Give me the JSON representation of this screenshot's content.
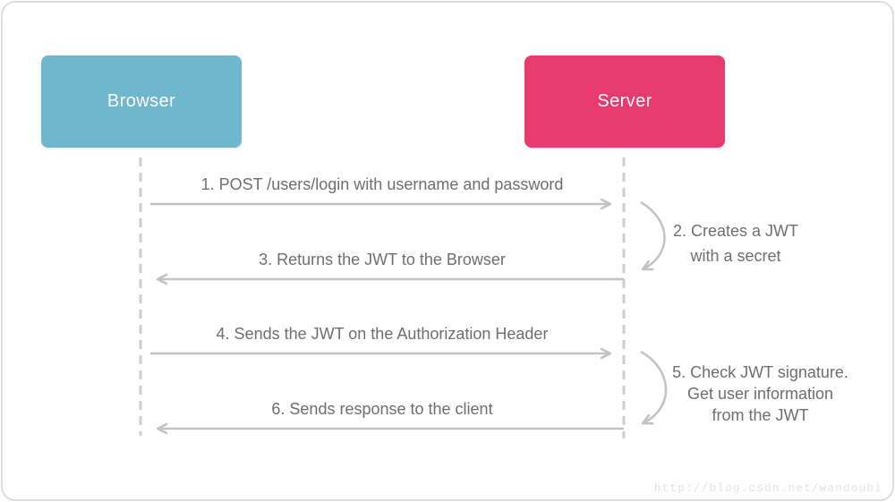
{
  "diagram": {
    "actors": [
      {
        "id": "browser",
        "label": "Browser",
        "color": "#6FB7CD"
      },
      {
        "id": "server",
        "label": "Server",
        "color": "#E73A6E"
      }
    ],
    "messages": [
      {
        "label": "1. POST /users/login with username and password",
        "direction": "right"
      },
      {
        "label": "3. Returns the JWT to the Browser",
        "direction": "left"
      },
      {
        "label": "4. Sends the JWT on the Authorization Header",
        "direction": "right"
      },
      {
        "label": "6. Sends response to the client",
        "direction": "left"
      }
    ],
    "self_actions": [
      {
        "actor": "Server",
        "lines": [
          "2. Creates a JWT",
          "with a secret"
        ]
      },
      {
        "actor": "Server",
        "lines": [
          "5. Check JWT signature.",
          "Get user information",
          "from the JWT"
        ]
      }
    ],
    "watermark": "http://blog.csdn.net/wandoubi"
  },
  "colors": {
    "browser_box": "#6FB7CD",
    "server_box": "#E73A6E",
    "label_text": "#6E6E6E",
    "arrow_line": "#C2C2C2",
    "lifeline": "#CDCDCD",
    "frame_border": "#D9DDE1",
    "watermark_text": "#E2E2E2"
  }
}
